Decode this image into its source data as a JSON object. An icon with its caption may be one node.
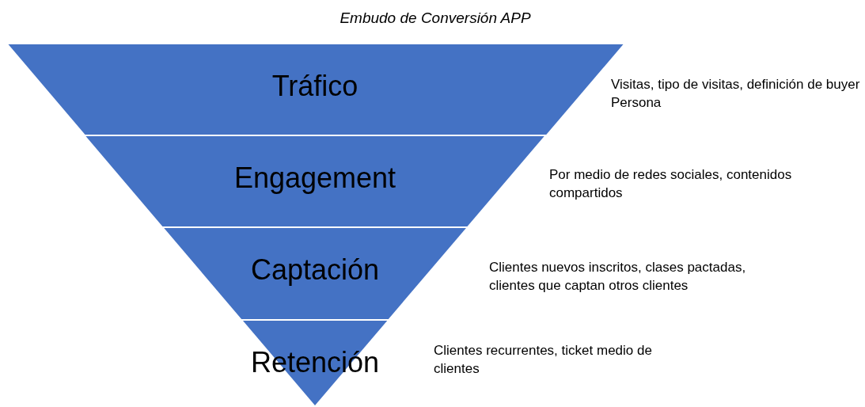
{
  "diagram": {
    "title": "Embudo de Conversión APP",
    "nodes": [
      {
        "text": [
          "Tráfico"
        ],
        "beside": [
          "Visitas, tipo de visitas, definición de buyer Persona"
        ]
      },
      {
        "text": [
          "Engagement"
        ],
        "beside": [
          "Por medio de redes sociales, contenidos compartidos"
        ]
      },
      {
        "text": [
          "Captación"
        ],
        "beside": [
          "Clientes nuevos inscritos, clases pactadas, clientes que captan otros clientes"
        ]
      },
      {
        "text": [
          "Retención"
        ]
      }
    ],
    "labels": [
      "Clientes recurrentes, ticket medio de clientes"
    ]
  }
}
